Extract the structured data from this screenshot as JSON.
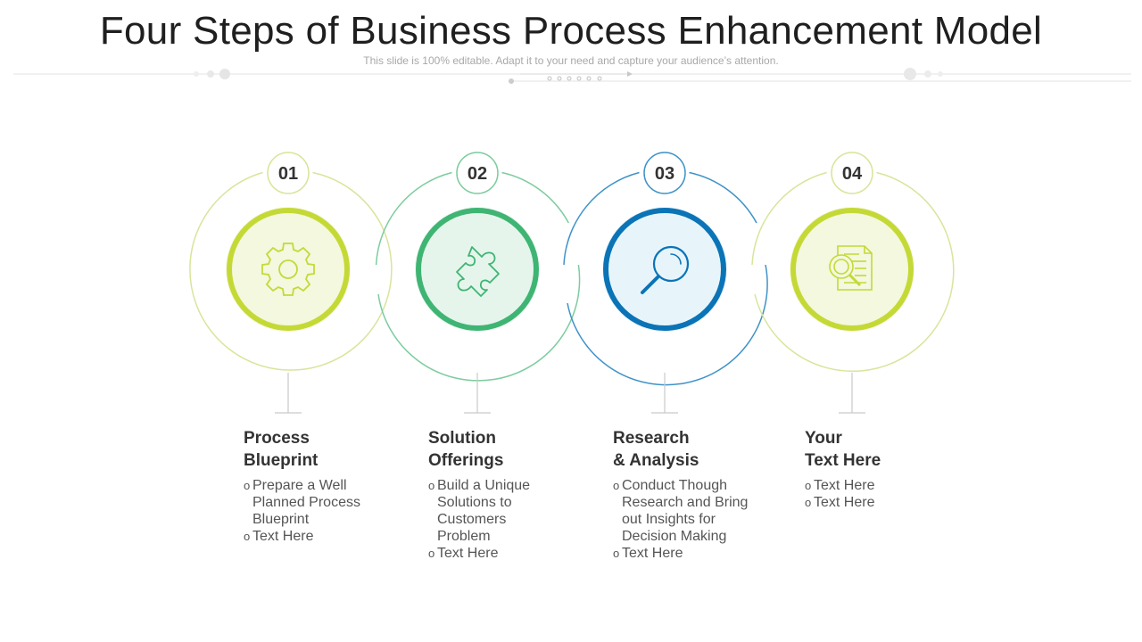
{
  "header": {
    "title": "Four Steps of Business Process Enhancement Model",
    "subtitle": "This slide is 100% editable. Adapt it to your need and capture your audience’s attention."
  },
  "colors": {
    "lime": "#c5d936",
    "green": "#3fb573",
    "blue": "#0b74b7",
    "lime_fill": "#f3f8de",
    "green_fill": "#e5f5ec",
    "blue_fill": "#e7f5fb"
  },
  "steps": [
    {
      "number": "01",
      "icon": "gear-icon",
      "title_line1": "Process",
      "title_line2": "Blueprint",
      "bullets": [
        "Prepare a Well Planned Process Blueprint",
        "Text Here"
      ]
    },
    {
      "number": "02",
      "icon": "puzzle-icon",
      "title_line1": "Solution",
      "title_line2": "Offerings",
      "bullets": [
        "Build a Unique Solutions to Customers Problem",
        "Text Here"
      ]
    },
    {
      "number": "03",
      "icon": "magnifier-icon",
      "title_line1": "Research",
      "title_line2": "& Analysis",
      "bullets": [
        "Conduct Though Research and Bring out Insights for Decision Making",
        "Text Here"
      ]
    },
    {
      "number": "04",
      "icon": "document-search-icon",
      "title_line1": "Your",
      "title_line2": "Text Here",
      "bullets": [
        "Text Here",
        "Text Here"
      ]
    }
  ]
}
